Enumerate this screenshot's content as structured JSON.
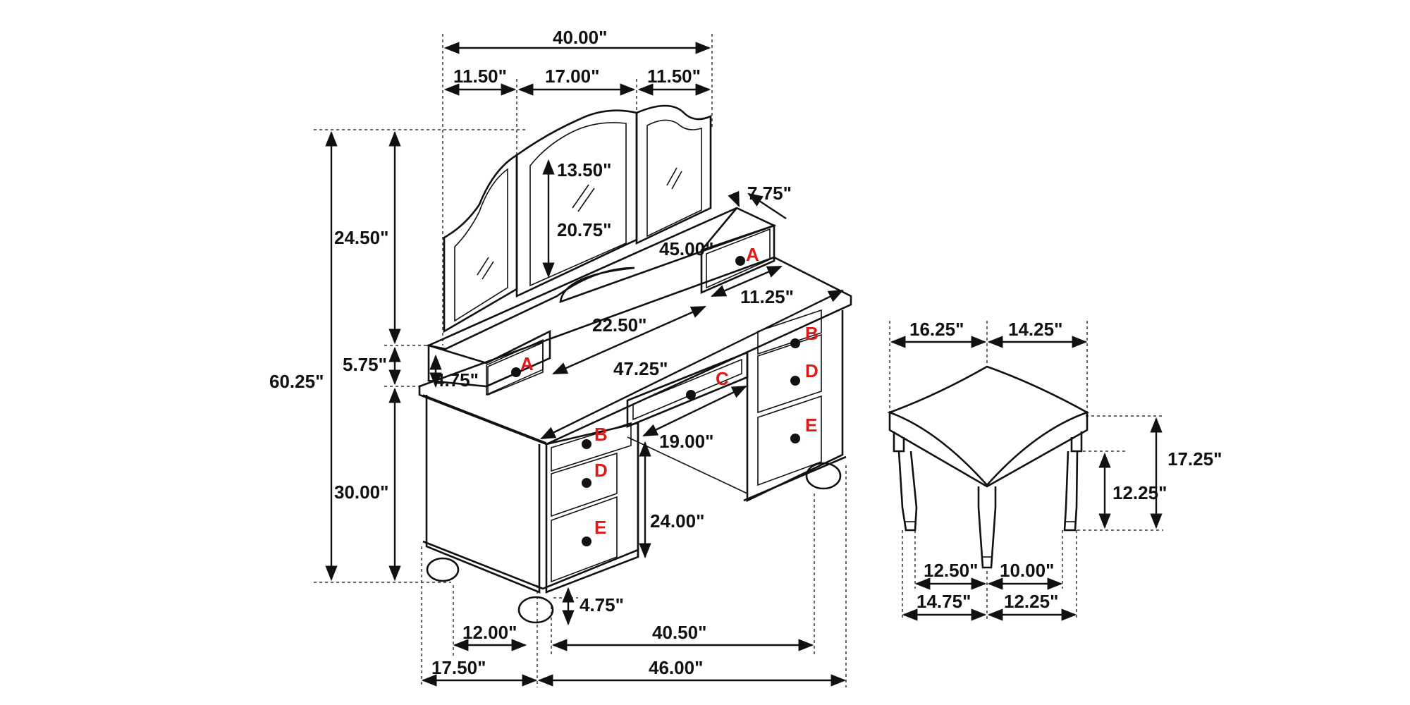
{
  "dimensions": {
    "mirror_total_width": "40.00\"",
    "mirror_side_left": "11.50\"",
    "mirror_center": "17.00\"",
    "mirror_side_right": "11.50\"",
    "mirror_inner_width": "13.50\"",
    "mirror_inner_height": "20.75\"",
    "hutch_depth": "7.75\"",
    "hutch_width": "45.00\"",
    "hutch_gap": "11.25\"",
    "mirror_height": "24.50\"",
    "hutch_height": "5.75\"",
    "hutch_drawer_height": "4.75\"",
    "overall_height": "60.25\"",
    "top_arch_width": "22.50\"",
    "desk_top_width": "47.25\"",
    "desk_height": "30.00\"",
    "knee_depth": "19.00\"",
    "knee_height": "24.00\"",
    "foot_height": "4.75\"",
    "side_depth": "12.00\"",
    "knee_width": "40.50\"",
    "desk_depth": "17.50\"",
    "desk_width": "46.00\""
  },
  "drawer_labels": {
    "a_left": "A",
    "a_right": "A",
    "b_left": "B",
    "b_right": "B",
    "c_center": "C",
    "d_left": "D",
    "d_right": "D",
    "e_left": "E",
    "e_right": "E"
  },
  "stool_dimensions": {
    "top_depth": "16.25\"",
    "top_width": "14.25\"",
    "overall_height": "17.25\"",
    "leg_height": "12.25\"",
    "inner_depth": "12.50\"",
    "inner_width": "10.00\"",
    "outer_depth": "14.75\"",
    "outer_width": "12.25\""
  },
  "colors": {
    "line": "#111111",
    "label": "#e01818",
    "background": "#ffffff"
  }
}
